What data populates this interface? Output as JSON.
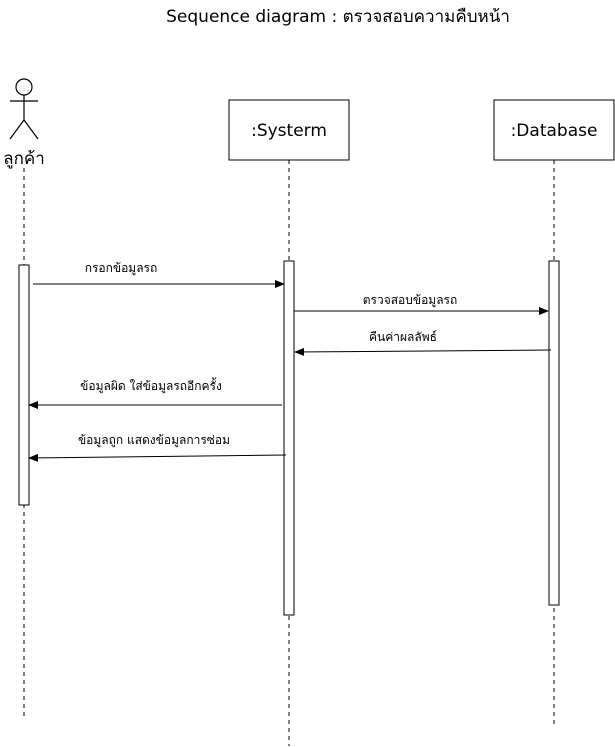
{
  "title": "Sequence diagram : ตรวจสอบความคืบหน้า",
  "participants": [
    {
      "id": "customer",
      "label": "ลูกค้า",
      "kind": "actor"
    },
    {
      "id": "system",
      "label": ":Systerm",
      "kind": "object"
    },
    {
      "id": "database",
      "label": ":Database",
      "kind": "object"
    }
  ],
  "messages": [
    {
      "label": "กรอกข้อมูลรถ",
      "from": "customer",
      "to": "system"
    },
    {
      "label": "ตรวจสอบข้อมูลรถ",
      "from": "system",
      "to": "database"
    },
    {
      "label": "คืนค่าผลลัพธ์",
      "from": "database",
      "to": "system"
    },
    {
      "label": "ข้อมูลผิด ใส่ข้อมูลรถอีกครั้ง",
      "from": "system",
      "to": "customer"
    },
    {
      "label": "ข้อมูลถูก แสดงข้อมูลการซ่อม",
      "from": "system",
      "to": "customer"
    }
  ]
}
